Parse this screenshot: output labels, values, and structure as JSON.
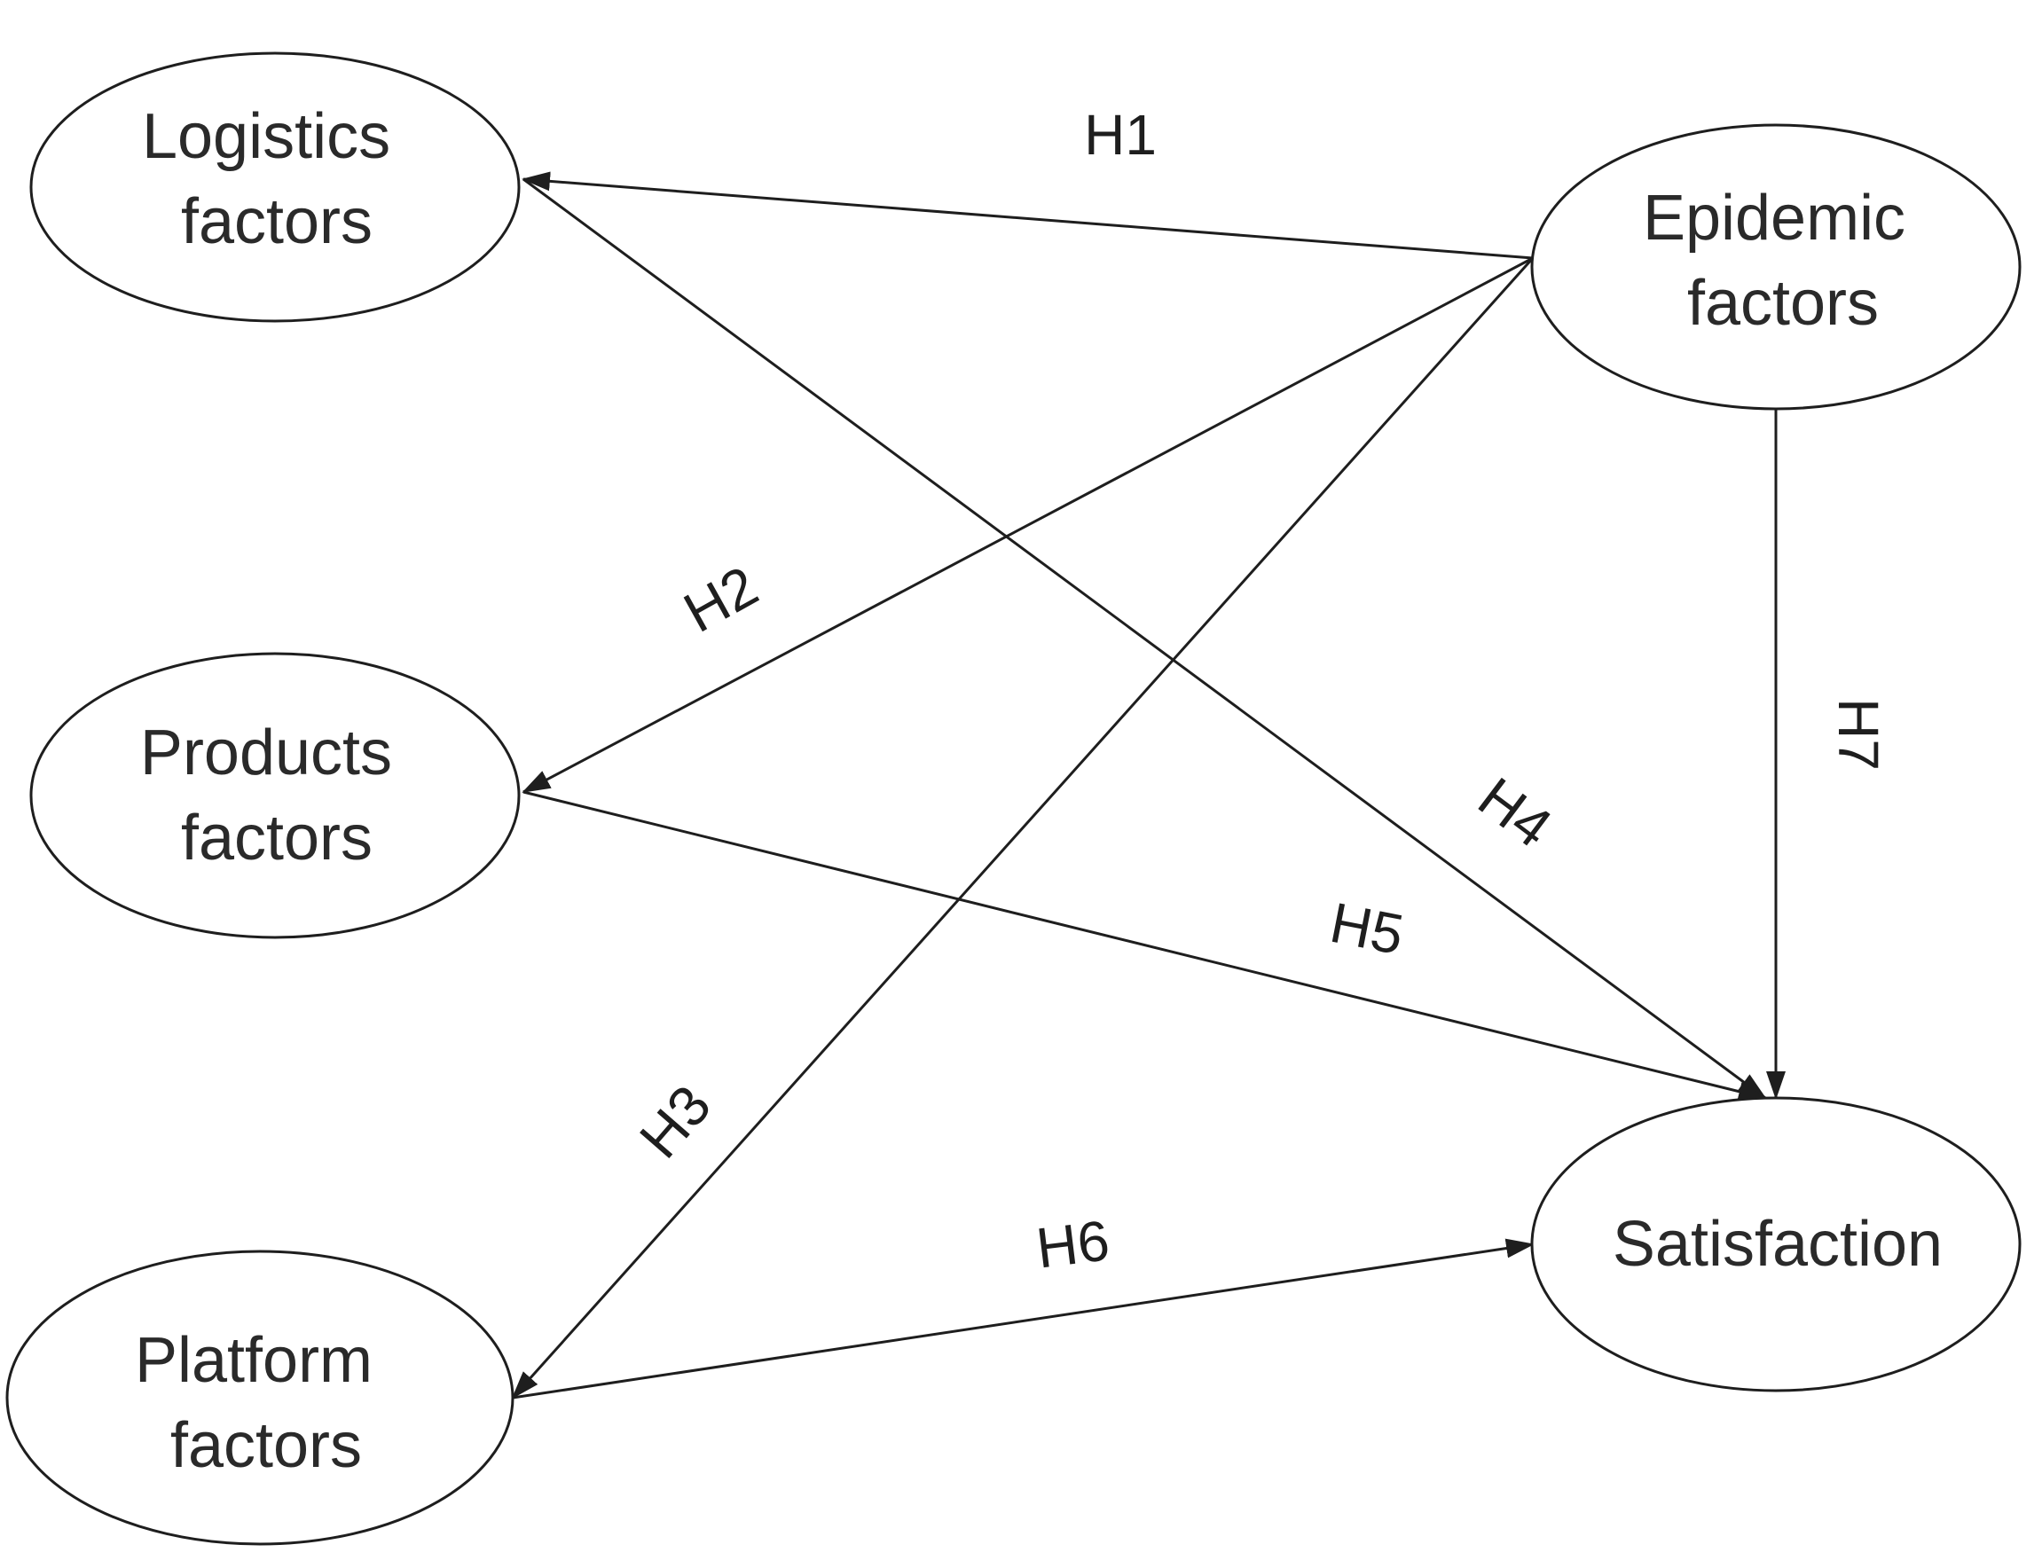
{
  "nodes": [
    {
      "id": "logistics",
      "line1": "Logistics",
      "line2": "factors"
    },
    {
      "id": "epidemic",
      "line1": "Epidemic",
      "line2": "factors"
    },
    {
      "id": "products",
      "line1": "Products",
      "line2": "factors"
    },
    {
      "id": "platform",
      "line1": "Platform",
      "line2": "factors"
    },
    {
      "id": "satisfaction",
      "line1": "Satisfaction",
      "line2": ""
    }
  ],
  "edges": [
    {
      "id": "h1",
      "label": "H1",
      "from": "epidemic",
      "to": "logistics"
    },
    {
      "id": "h2",
      "label": "H2",
      "from": "epidemic",
      "to": "products"
    },
    {
      "id": "h3",
      "label": "H3",
      "from": "epidemic",
      "to": "platform"
    },
    {
      "id": "h4",
      "label": "H4",
      "from": "logistics",
      "to": "satisfaction"
    },
    {
      "id": "h5",
      "label": "H5",
      "from": "products",
      "to": "satisfaction"
    },
    {
      "id": "h6",
      "label": "H6",
      "from": "platform",
      "to": "satisfaction"
    },
    {
      "id": "h7",
      "label": "H7",
      "from": "epidemic",
      "to": "satisfaction"
    }
  ],
  "colors": {
    "stroke": "#1e1e1e",
    "text": "#2a2a2a",
    "background": "#ffffff"
  }
}
